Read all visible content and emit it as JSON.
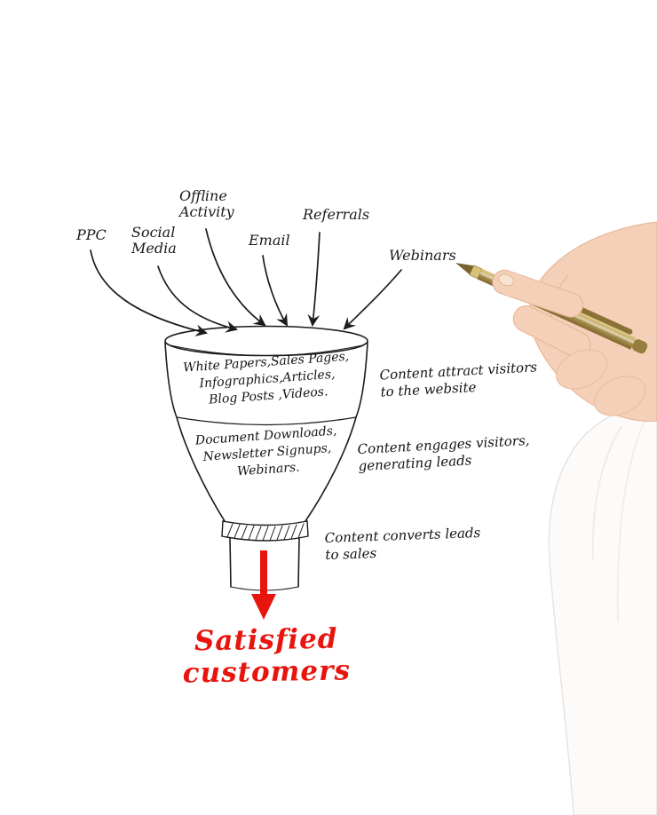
{
  "diagram": {
    "sources": {
      "ppc": "PPC",
      "social": "Social\nMedia",
      "offline": "Offline\nActivity",
      "email": "Email",
      "referrals": "Referrals",
      "webinars": "Webinars"
    },
    "funnel": {
      "stage1": "White Papers,Sales Pages,\nInfographics,Articles,\nBlog Posts ,Videos.",
      "stage2": "Document Downloads,\nNewsletter Signups,\nWebinars."
    },
    "annotations": {
      "attract": "Content attract visitors\nto the website",
      "engage": "Content engages visitors,\ngenerating leads",
      "convert": "Content converts leads\nto sales"
    },
    "result": "Satisfied customers",
    "colors": {
      "ink": "#1b1b1b",
      "accent_red": "#e8150e",
      "pen_gold": "#b39a55",
      "skin": "#f4d0b8"
    }
  }
}
